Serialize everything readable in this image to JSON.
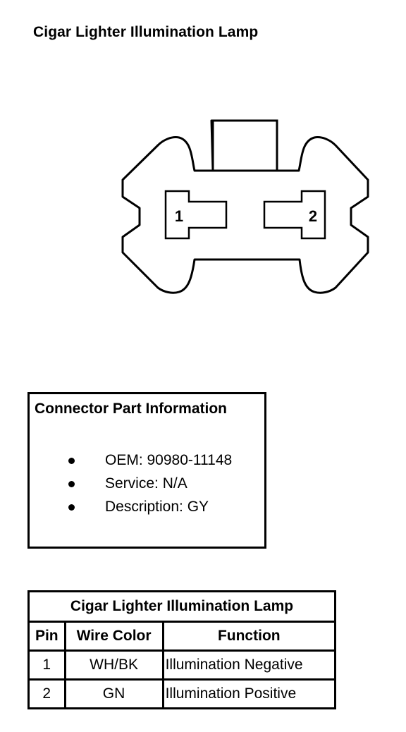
{
  "title": "Cigar Lighter Illumination Lamp",
  "connector": {
    "pins": [
      {
        "label": "1"
      },
      {
        "label": "2"
      }
    ]
  },
  "part_info": {
    "heading": "Connector Part Information",
    "items": [
      {
        "text": "OEM: 90980-11148"
      },
      {
        "text": "Service: N/A"
      },
      {
        "text": "Description: GY"
      }
    ]
  },
  "pin_table": {
    "title": "Cigar Lighter Illumination Lamp",
    "headers": [
      "Pin",
      "Wire Color",
      "Function"
    ],
    "rows": [
      [
        "1",
        "WH/BK",
        "Illumination Negative"
      ],
      [
        "2",
        "GN",
        "Illumination Positive"
      ]
    ]
  }
}
